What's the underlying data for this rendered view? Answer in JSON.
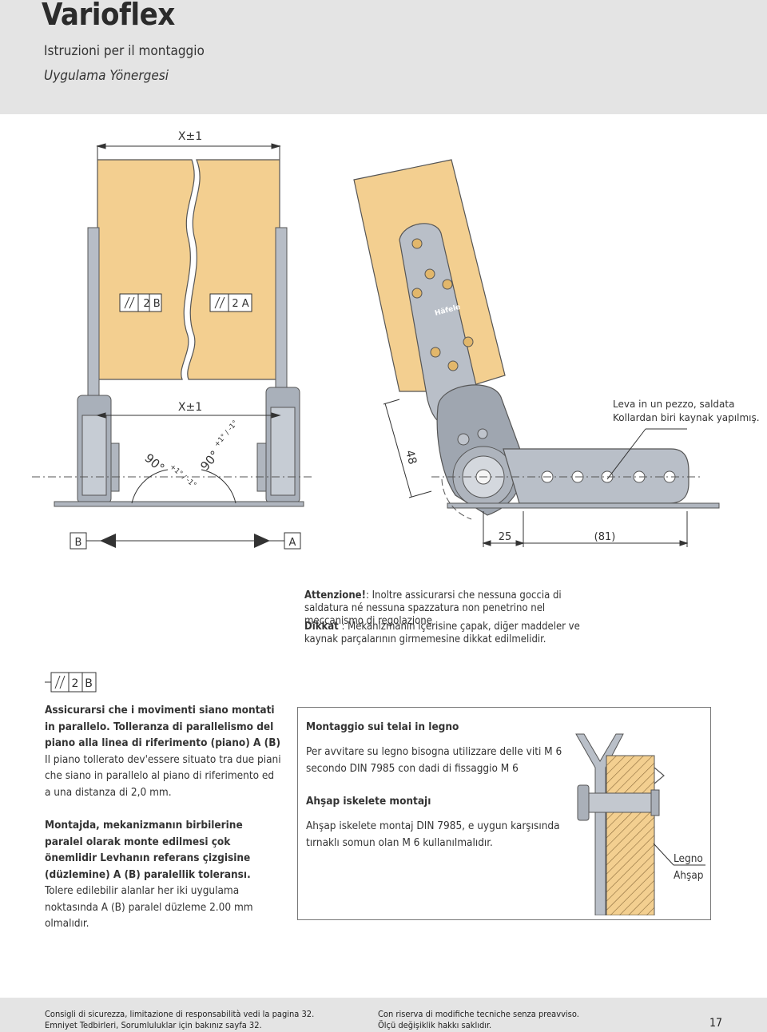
{
  "header": {
    "title": "Varioflex",
    "subtitle_it": "Istruzioni per il montaggio",
    "subtitle_tr": "Uygulama Yönergesi"
  },
  "drawing": {
    "dim_top": "X±1",
    "dim_mid": "X±1",
    "parallel_left": "2 B",
    "parallel_right": "2 A",
    "angle_left": "90°",
    "angle_left_tol": "+1° / -1°",
    "angle_right": "90°",
    "angle_right_tol": "+1° / -1°",
    "dim_48": "48",
    "ref_b": "B",
    "ref_a": "A",
    "dim_25": "25",
    "dim_81": "(81)",
    "lever_note_it": "Leva in un pezzo, saldata",
    "lever_note_tr": "Kollardan biri kaynak yapılmış.",
    "brand_stamp": "Häfele"
  },
  "warning": {
    "it_label": "Attenzione!",
    "it_text": ": Inoltre assicurarsi che nessuna goccia di saldatura né nessuna spazzatura non penetrino nel meccanismo di regolazione",
    "tr_label": "Dikkat",
    "tr_text": " : Mekanizmanın içerisine çapak, diğer maddeler ve kaynak parçalarının girmemesine dikkat edilmelidir."
  },
  "parallel_symbol": {
    "value": "2",
    "ref": "B"
  },
  "left_text": {
    "it_bold_1": "Assicurarsi che i movimenti siano montati in parallelo.",
    "it_bold_2": " Tolleranza di parallelismo del piano alla linea di riferimento (piano) A (B)",
    "it_body": "Il piano tollerato dev'essere situato tra due piani che siano in parallelo al piano di riferimento ed a una distanza di 2,0 mm.",
    "tr_bold": "Montajda, mekanizmanın birbilerine paralel olarak monte edilmesi çok önemlidir Levhanın referans çizgisine (düzlemine) A (B) paralellik toleransı.",
    "tr_body": "Tolere edilebilir alanlar her iki uygulama noktasında A (B) paralel düzleme 2.00 mm olmalıdır."
  },
  "box": {
    "heading_it": "Montaggio sui telai in legno",
    "body_it": "Per avvitare su legno bisogna utilizzare delle viti M 6 secondo DIN 7985 con dadi di fissaggio M 6",
    "heading_tr": "Ahşap iskelete montajı",
    "body_tr": "Ahşap iskelete montaj DIN 7985, e uygun karşısında tırnaklı somun olan M 6 kullanılmalıdır.",
    "legend_it": "Legno",
    "legend_tr": "Ahşap"
  },
  "footer": {
    "left_it": "Consigli di sicurezza, limitazione di responsabilità vedi la pagina 32.",
    "left_tr": "Emniyet Tedbirleri, Sorumluluklar için bakınız sayfa 32.",
    "right_it": "Con riserva di modifiche tecniche senza preavviso.",
    "right_tr": "Ölçü değişiklik hakkı saklıdır.",
    "page": "17"
  }
}
